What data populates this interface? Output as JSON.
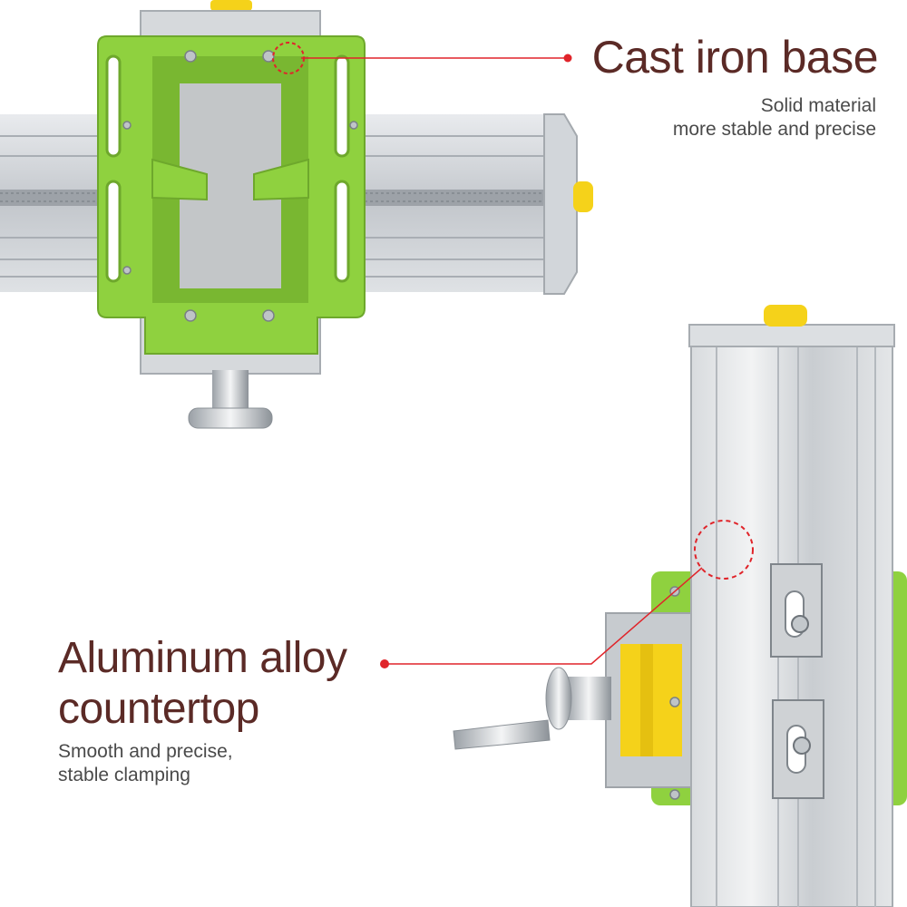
{
  "callouts": {
    "top": {
      "title": "Cast iron base",
      "subtitle_lines": [
        "Solid material",
        "more stable and precise"
      ]
    },
    "bottom": {
      "title_lines": [
        "Aluminum alloy",
        "countertop"
      ],
      "subtitle_lines": [
        "Smooth and precise,",
        "stable clamping"
      ]
    }
  },
  "colors": {
    "background": "#ffffff",
    "title_text": "#5b2a26",
    "subtitle_text": "#4a4a4a",
    "leader_line": "#e0242a",
    "base_green": "#8fd13f",
    "aluminum": "#c9cdd1",
    "knob_yellow": "#f5d21a"
  }
}
